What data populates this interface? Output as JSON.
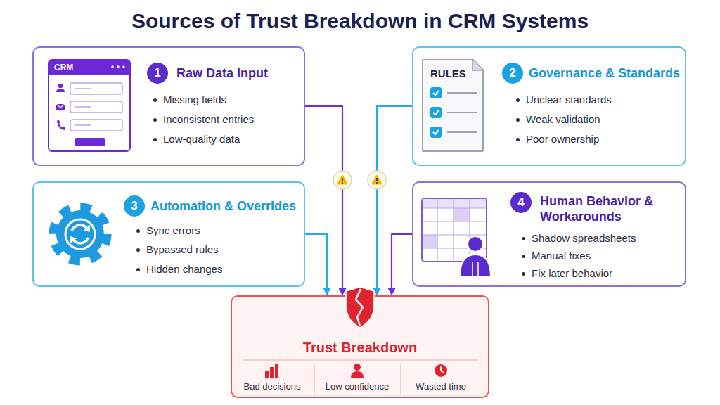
{
  "diagram": {
    "title": "Sources of Trust Breakdown in CRM Systems",
    "nodes": [
      {
        "text": [
          "Raw Data Input",
          "Missing fields",
          "Inconsistent entries",
          "Low-quality data"
        ]
      },
      {
        "text": [
          "CRM"
        ],
        "in": 0
      },
      {
        "text": [
          "1"
        ],
        "in": 0
      },
      {
        "text": [
          "Governance & Standards",
          "Unclear standards",
          "Weak validation",
          "Poor ownership"
        ]
      },
      {
        "text": [
          "RULES"
        ],
        "in": 3
      },
      {
        "text": [
          "2"
        ],
        "in": 3
      },
      {
        "text": [
          "Automation & Overrides",
          "Sync errors",
          "Bypassed rules",
          "Hidden changes"
        ]
      },
      {
        "text": [
          "3"
        ],
        "in": 6
      },
      {
        "text": [
          "Human Behavior & Workarounds",
          "Shadow spreadsheets",
          "Manual fixes",
          "Fix later behavior"
        ]
      },
      {
        "text": [
          "4"
        ],
        "in": 8
      },
      {
        "text": [
          "Trust Breakdown",
          "Bad decisions",
          "Low confidence",
          "Wasted time"
        ]
      }
    ],
    "edges": [
      {
        "from": 0,
        "to": 10,
        "arrow": "to"
      },
      {
        "from": 3,
        "to": 10,
        "arrow": "to"
      },
      {
        "from": 6,
        "to": 10,
        "arrow": "to"
      },
      {
        "from": 8,
        "to": 10,
        "arrow": "to"
      }
    ]
  }
}
